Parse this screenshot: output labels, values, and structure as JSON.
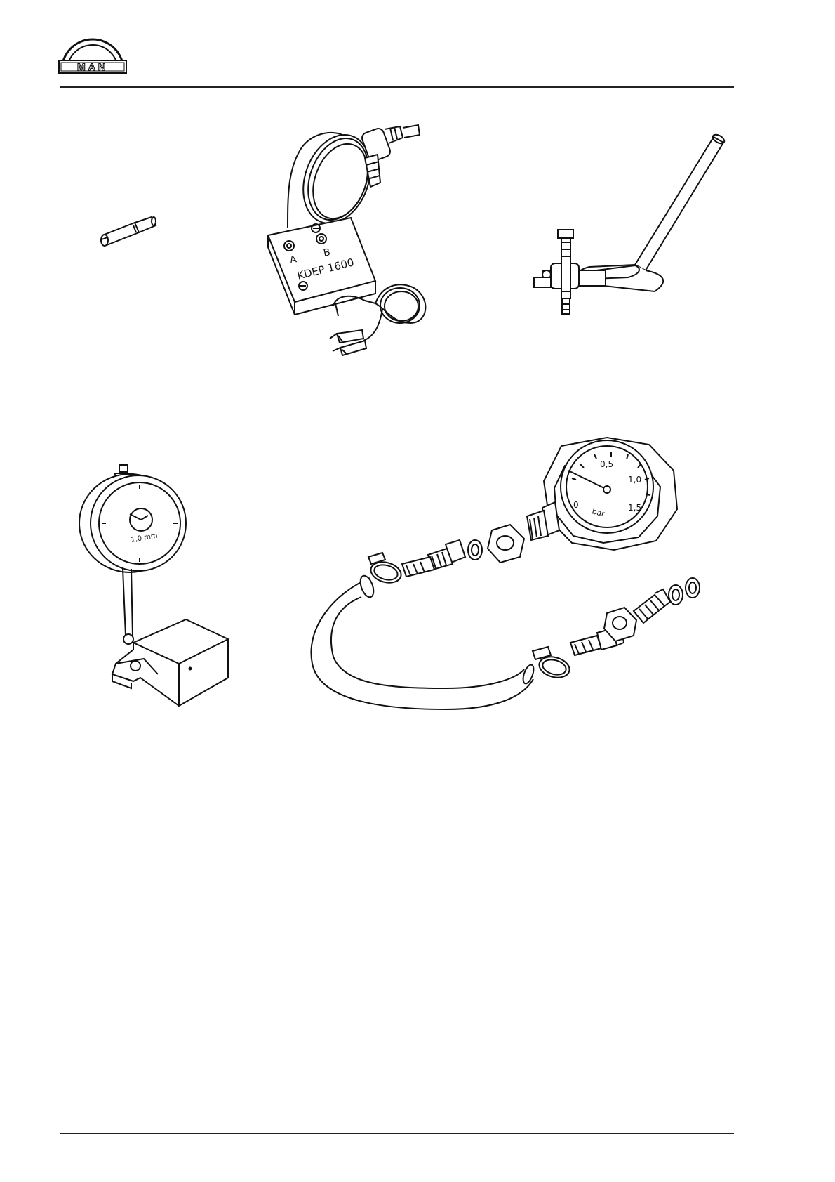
{
  "header": {
    "logo_text": "MAN"
  },
  "figures": {
    "tester": {
      "socket_a": "A",
      "socket_b": "B",
      "model": "KDEP 1600"
    },
    "pressure_gauge": {
      "scale_0": "0",
      "scale_05": "0,5",
      "scale_10": "1,0",
      "scale_15": "1,5",
      "unit": "bar"
    }
  },
  "colors": {
    "line": "#111111",
    "paper": "#ffffff"
  }
}
